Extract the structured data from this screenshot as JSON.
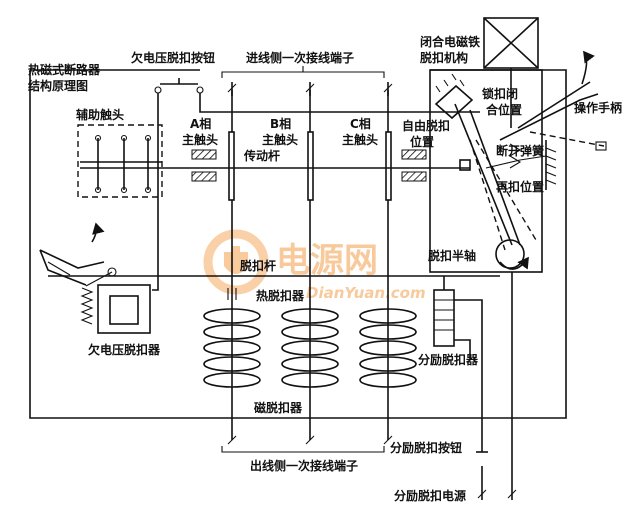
{
  "title": {
    "line1": "热磁式断路器",
    "line2": "结构原理图"
  },
  "labels": {
    "undervoltage_button": "欠电压脱扣按钮",
    "input_terminals": "进线侧一次接线端子",
    "closing_mechanism_1": "闭合电磁铁",
    "closing_mechanism_2": "脱扣机构",
    "lock_close_1": "锁扣闭",
    "lock_close_2": "合位置",
    "operating_handle": "操作手柄",
    "auxiliary_contacts": "辅助触头",
    "phase_a_1": "A相",
    "phase_a_2": "主触头",
    "phase_b_1": "B相",
    "phase_b_2": "主触头",
    "phase_c_1": "C相",
    "phase_c_2": "主触头",
    "free_trip_1": "自由脱扣",
    "free_trip_2": "位置",
    "transmission_rod": "传动杆",
    "opening_spring": "断开弹簧",
    "retrip_position": "再扣位置",
    "trip_half_shaft": "脱扣半轴",
    "trip_rod": "脱扣杆",
    "thermal_release": "热脱扣器",
    "undervoltage_release": "欠电压脱扣器",
    "shunt_release": "分励脱扣器",
    "magnetic_release": "磁脱扣器",
    "shunt_button": "分励脱扣按钮",
    "output_terminals": "出线侧一次接线端子",
    "shunt_power": "分励脱扣电源"
  },
  "watermark": {
    "cn": "电源网",
    "en": "DianYuan.com"
  },
  "colors": {
    "line": "#111111",
    "watermark": "#f08a24"
  }
}
